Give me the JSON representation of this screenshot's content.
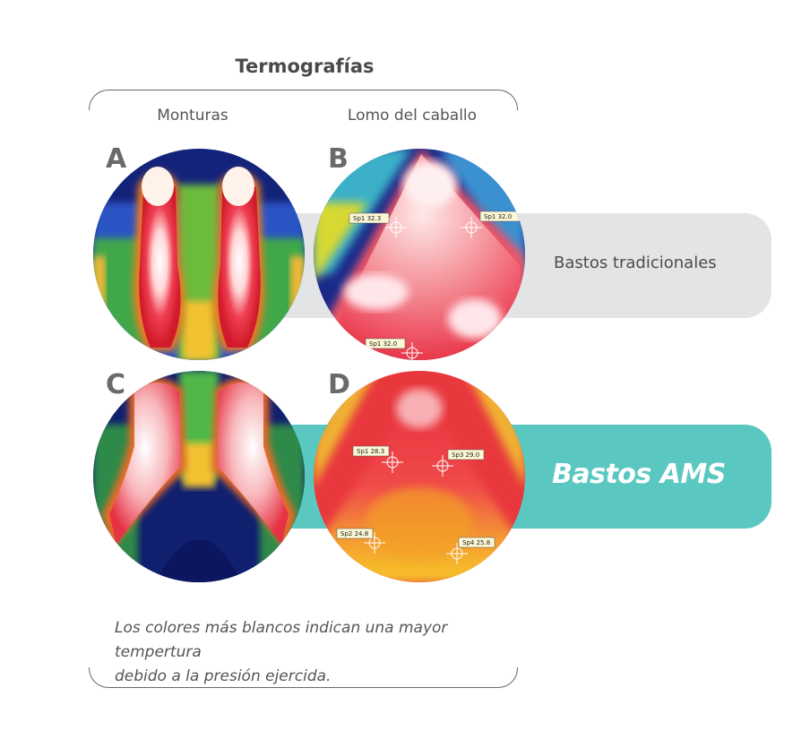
{
  "title": "Termografías",
  "columns": {
    "left": "Monturas",
    "right": "Lomo del caballo"
  },
  "rows": {
    "top": {
      "label": "Bastos tradicionales",
      "color": "#e3e4e6"
    },
    "bottom": {
      "label": "Bastos AMS",
      "color": "#5ac8c0"
    }
  },
  "panels": {
    "A": {
      "letter": "A"
    },
    "B": {
      "letter": "B",
      "spots": [
        "Sp1 32.3",
        "Sp1 32.0",
        "Sp1 32.0"
      ]
    },
    "C": {
      "letter": "C"
    },
    "D": {
      "letter": "D",
      "spots": [
        "Sp1 28.3",
        "Sp3 29.0",
        "Sp2 24.8",
        "Sp4 25.8"
      ]
    }
  },
  "caption": {
    "line1": "Los colores más blancos indican una mayor tempertura",
    "line2": "debido a la presión ejercida."
  }
}
